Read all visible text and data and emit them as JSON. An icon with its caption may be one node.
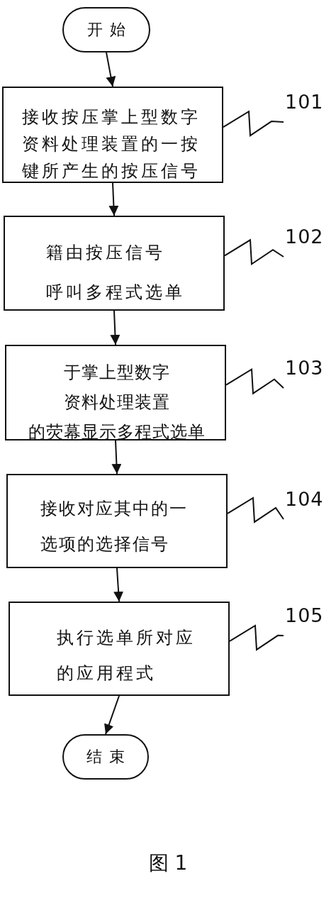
{
  "diagram": {
    "caption": "图 1",
    "nodes": [
      {
        "text": [
          "开始"
        ]
      },
      {
        "text": [
          "接收按压掌上型数字资料处理装置的一按键所产生的按压信号"
        ]
      },
      {
        "text": [
          "籍由按压信号呼叫多程式选单"
        ]
      },
      {
        "text": [
          "于掌上型数字资料处理装置的荧幕显示多程式选单"
        ]
      },
      {
        "text": [
          "接收对应其中的一选项的选择信号"
        ]
      },
      {
        "text": [
          "执行选单所对应的应用程式"
        ]
      },
      {
        "text": [
          "结束"
        ]
      },
      {
        "text": [
          "101"
        ]
      },
      {
        "text": [
          "102"
        ]
      },
      {
        "text": [
          "103"
        ]
      },
      {
        "text": [
          "104"
        ]
      },
      {
        "text": [
          "105"
        ]
      }
    ],
    "edges": [
      {
        "from": 0,
        "to": 1,
        "arrow": "to"
      },
      {
        "from": 1,
        "to": 2,
        "arrow": "to"
      },
      {
        "from": 2,
        "to": 3,
        "arrow": "to"
      },
      {
        "from": 3,
        "to": 4,
        "arrow": "to"
      },
      {
        "from": 4,
        "to": 5,
        "arrow": "to"
      },
      {
        "from": 5,
        "to": 6,
        "arrow": "to"
      },
      {
        "from": 7,
        "to": 1,
        "arrow": "none"
      },
      {
        "from": 8,
        "to": 2,
        "arrow": "none"
      },
      {
        "from": 9,
        "to": 3,
        "arrow": "none"
      },
      {
        "from": 10,
        "to": 4,
        "arrow": "none"
      },
      {
        "from": 11,
        "to": 5,
        "arrow": "none"
      }
    ]
  }
}
